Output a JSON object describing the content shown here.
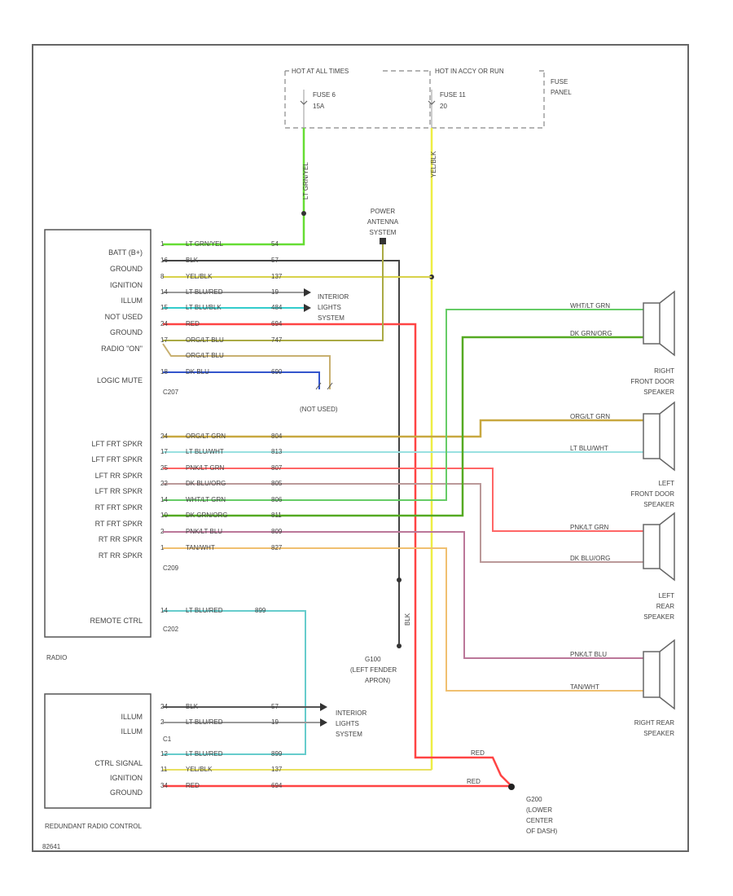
{
  "fuse_panel": {
    "hot_at_all_times": "HOT AT ALL TIMES",
    "hot_in_acc_run": "HOT IN ACCY OR RUN",
    "fuse_a_name": "FUSE 6",
    "fuse_a_rating": "15A",
    "fuse_b_name": "FUSE 11",
    "fuse_b_rating": "20",
    "panel_label_1": "FUSE",
    "panel_label_2": "PANEL"
  },
  "vertical_wires": {
    "fuse6_color": "LT GRN/YEL",
    "fuse11_color": "YEL/BLK",
    "ground_color": "BLK"
  },
  "radio": {
    "label": "RADIO",
    "pins_a": [
      "BATT (B+)",
      "GROUND",
      "IGNITION",
      "ILLUM",
      "NOT USED",
      "GROUND",
      "RADIO \"ON\"",
      "LOGIC MUTE"
    ],
    "connector_a": "C207",
    "pins_b": [
      "LFT FRT SPKR",
      "LFT FRT SPKR",
      "LFT RR SPKR",
      "LFT RR SPKR",
      "RT FRT SPKR",
      "RT FRT SPKR",
      "RT RR SPKR",
      "RT RR SPKR"
    ],
    "connector_b": "C209",
    "pin_c": "REMOTE CTRL",
    "connector_c": "C202"
  },
  "radio_wires": [
    {
      "pin": "1",
      "color": "LT GRN/YEL",
      "circuit": "54",
      "stroke": "#66dd33"
    },
    {
      "pin": "16",
      "color": "BLK",
      "circuit": "57",
      "stroke": "#444444"
    },
    {
      "pin": "8",
      "color": "YEL/BLK",
      "circuit": "137",
      "stroke": "#d8d24a"
    },
    {
      "pin": "14",
      "color": "LT BLU/RED",
      "circuit": "19",
      "stroke": "#999999"
    },
    {
      "pin": "15",
      "color": "LT BLU/BLK",
      "circuit": "484",
      "stroke": "#33cccc"
    },
    {
      "pin": "24",
      "color": "RED",
      "circuit": "694",
      "stroke": "#ff4444"
    },
    {
      "pin": "17",
      "color": "ORG/LT BLU",
      "circuit": "747",
      "stroke": "#aaaa44"
    },
    {
      "pin": "",
      "color": "ORG/LT BLU",
      "circuit": "",
      "stroke": "#c8b070"
    },
    {
      "pin": "18",
      "color": "DK BLU",
      "circuit": "690",
      "stroke": "#3355cc"
    }
  ],
  "power_antenna": {
    "line1": "POWER",
    "line2": "ANTENNA",
    "line3": "SYSTEM"
  },
  "interior_lights_1": {
    "line1": "INTERIOR",
    "line2": "LIGHTS",
    "line3": "SYSTEM"
  },
  "not_used": "(NOT USED)",
  "speaker_wires": [
    {
      "pin": "24",
      "color": "ORG/LT GRN",
      "circuit": "804",
      "stroke": "#c8a840"
    },
    {
      "pin": "17",
      "color": "LT BLU/WHT",
      "circuit": "813",
      "stroke": "#99e0e0"
    },
    {
      "pin": "25",
      "color": "PNK/LT GRN",
      "circuit": "807",
      "stroke": "#ff6666"
    },
    {
      "pin": "22",
      "color": "DK BLU/ORG",
      "circuit": "805",
      "stroke": "#bb9999"
    },
    {
      "pin": "14",
      "color": "WHT/LT GRN",
      "circuit": "806",
      "stroke": "#66cc66"
    },
    {
      "pin": "10",
      "color": "DK GRN/ORG",
      "circuit": "811",
      "stroke": "#55aa22"
    },
    {
      "pin": "2",
      "color": "PNK/LT BLU",
      "circuit": "809",
      "stroke": "#bb7799"
    },
    {
      "pin": "1",
      "color": "TAN/WHT",
      "circuit": "827",
      "stroke": "#f0c070"
    }
  ],
  "remote_wire": {
    "pin": "14",
    "color": "LT BLU/RED",
    "circuit": "899",
    "stroke": "#66cccc"
  },
  "speaker_labels": {
    "rf_in": "WHT/LT GRN",
    "rf_out": "DK GRN/ORG",
    "lf_in": "ORG/LT GRN",
    "lf_out": "LT BLU/WHT",
    "lr_in": "PNK/LT GRN",
    "lr_out": "DK BLU/ORG",
    "rr_in": "PNK/LT BLU",
    "rr_out": "TAN/WHT"
  },
  "speakers": {
    "right_front": [
      "RIGHT",
      "FRONT DOOR",
      "SPEAKER"
    ],
    "left_front": [
      "LEFT",
      "FRONT DOOR",
      "SPEAKER"
    ],
    "left_rear": [
      "LEFT",
      "REAR",
      "SPEAKER"
    ],
    "right_rear": [
      "RIGHT REAR",
      "SPEAKER"
    ]
  },
  "ground_g100": {
    "splice_label": "BLK",
    "name": "G100",
    "line2": "(LEFT FENDER",
    "line3": "APRON)"
  },
  "remote_control": {
    "label": "REDUNDANT RADIO CONTROL",
    "pins": [
      "ILLUM",
      "ILLUM",
      "C1",
      "CTRL SIGNAL",
      "IGNITION",
      "GROUND"
    ]
  },
  "remote_wires": [
    {
      "pin": "24",
      "color": "BLK",
      "circuit": "57",
      "stroke": "#555555"
    },
    {
      "pin": "2",
      "color": "LT BLU/RED",
      "circuit": "19",
      "stroke": "#999999"
    },
    {
      "pin": "12",
      "color": "LT BLU/RED",
      "circuit": "899",
      "stroke": "#66cccc"
    },
    {
      "pin": "11",
      "color": "YEL/BLK",
      "circuit": "137",
      "stroke": "#e8e060"
    },
    {
      "pin": "34",
      "color": "RED",
      "circuit": "694",
      "stroke": "#ff4444"
    }
  ],
  "interior_lights_2": {
    "line1": "INTERIOR",
    "line2": "LIGHTS",
    "line3": "SYSTEM"
  },
  "ground_g200": {
    "red_label_1": "RED",
    "red_label_2": "RED",
    "name": "G200",
    "line2": "(LOWER",
    "line3": "CENTER",
    "line4": "OF DASH)"
  },
  "footer_code": "82641"
}
